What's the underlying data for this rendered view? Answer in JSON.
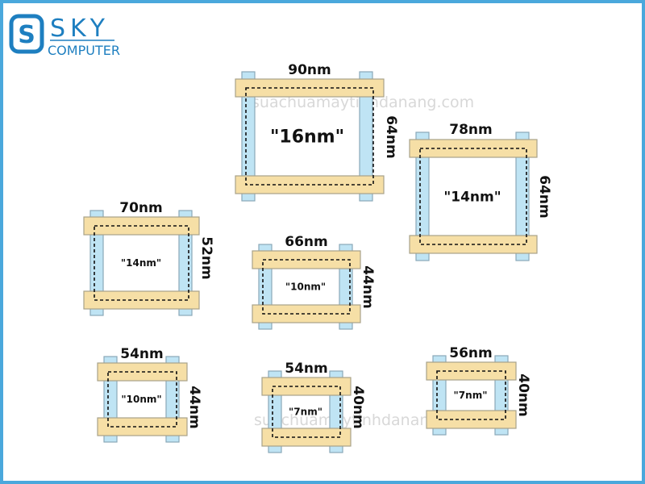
{
  "logo": {
    "name": "SKY",
    "subtitle": "COMPUTER",
    "color": "#1e7fc0"
  },
  "watermarks": [
    "suachuamaytinhdanang.com",
    "suachuamaytinhdanang.com"
  ],
  "colors": {
    "gate": "#f6dfa6",
    "gate_stroke": "#a8a28a",
    "fin": "#bfe4f4",
    "fin_stroke": "#8aa8b8",
    "border": "#4aa8dc"
  },
  "cells": [
    {
      "node": "\"16nm\"",
      "width": "90nm",
      "height": "64nm"
    },
    {
      "node": "\"14nm\"",
      "width": "78nm",
      "height": "64nm"
    },
    {
      "node": "\"14nm\"",
      "width": "70nm",
      "height": "52nm"
    },
    {
      "node": "\"10nm\"",
      "width": "66nm",
      "height": "44nm"
    },
    {
      "node": "\"10nm\"",
      "width": "54nm",
      "height": "44nm"
    },
    {
      "node": "\"7nm\"",
      "width": "54nm",
      "height": "40nm"
    },
    {
      "node": "\"7nm\"",
      "width": "56nm",
      "height": "40nm"
    }
  ]
}
